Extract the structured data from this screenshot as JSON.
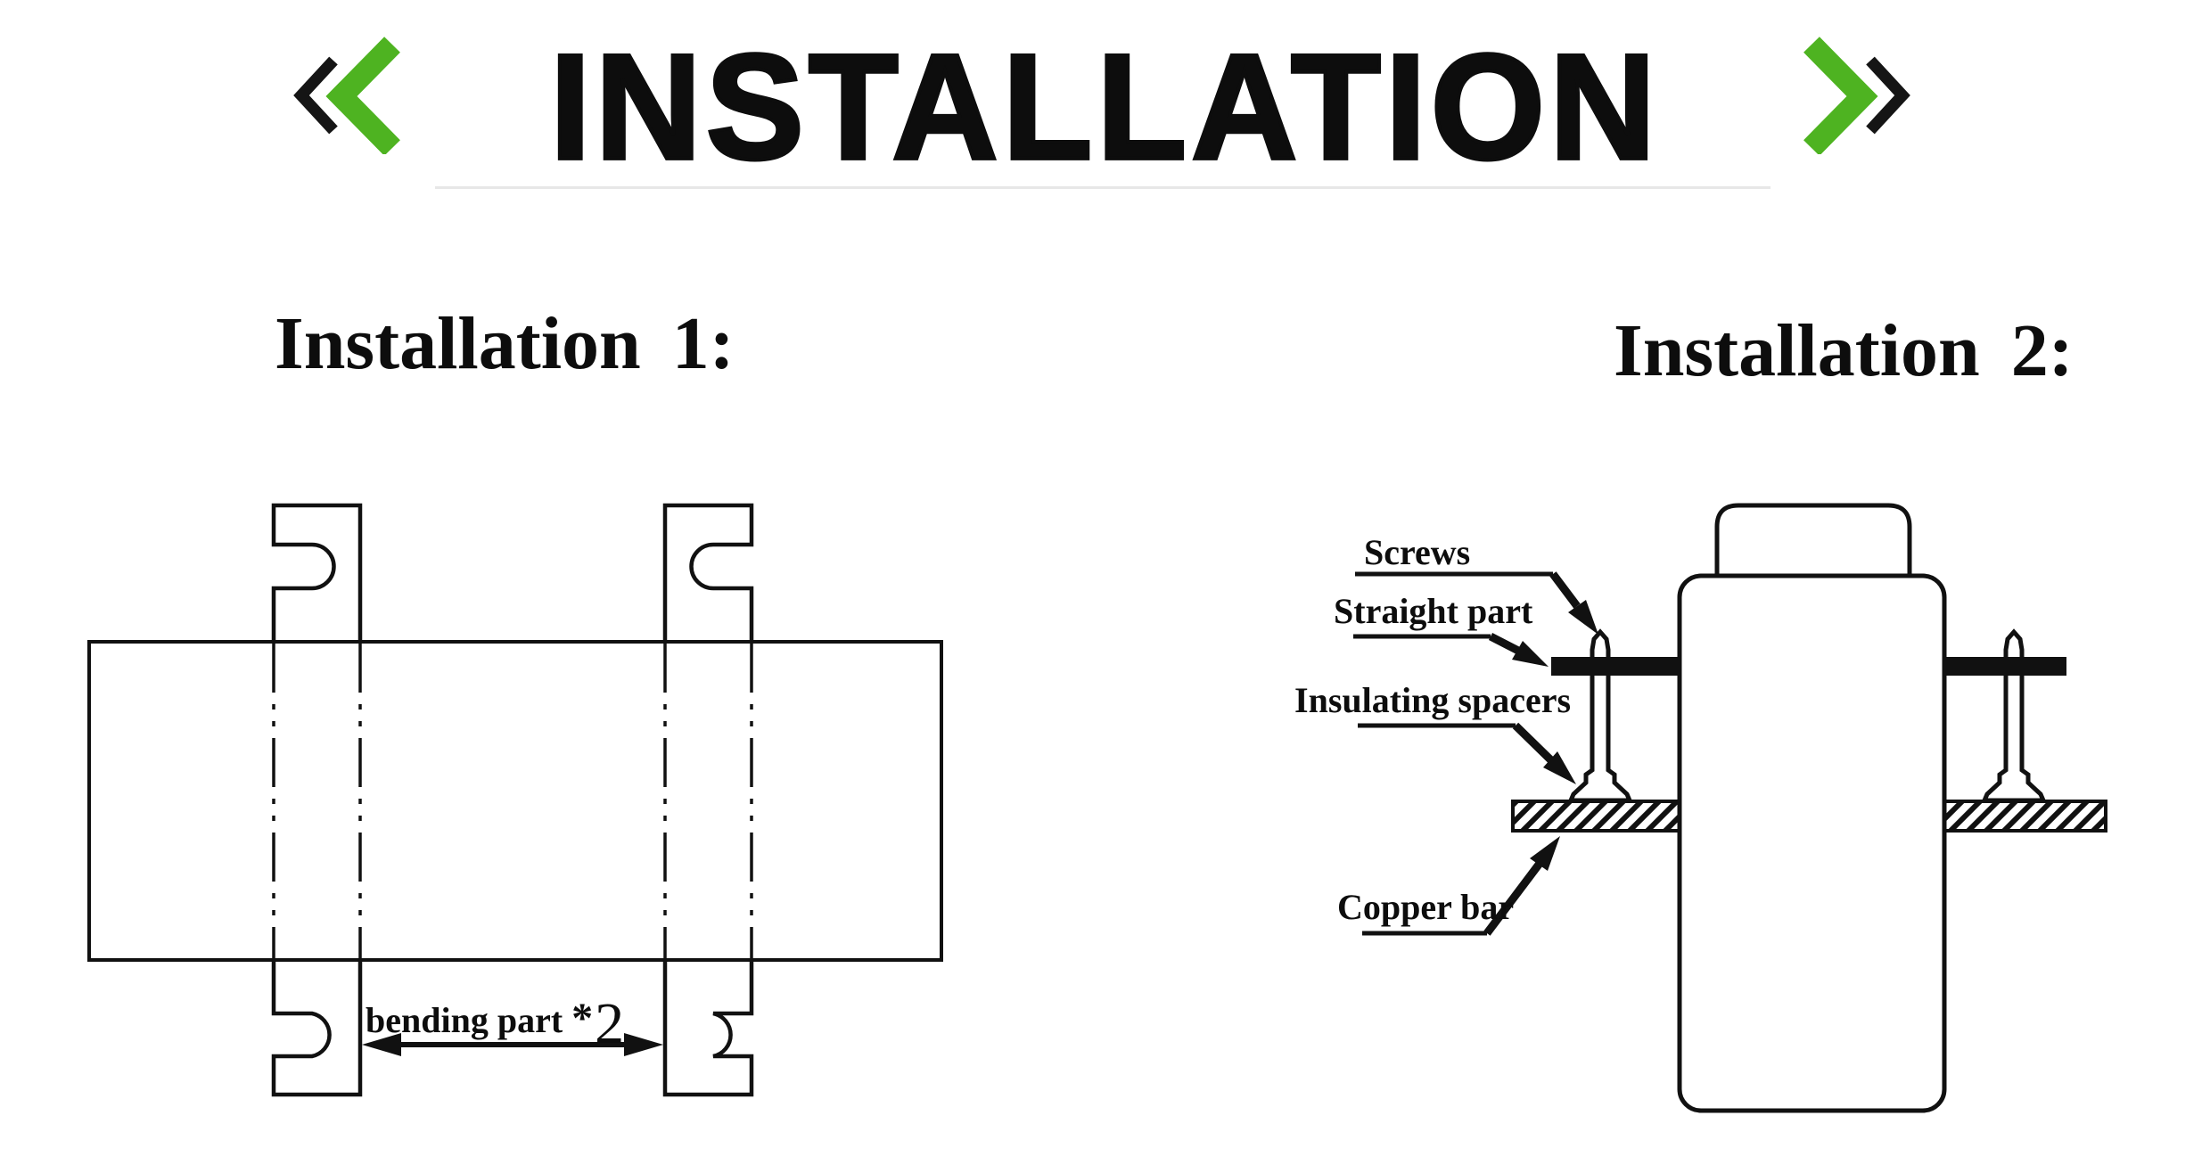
{
  "page": {
    "background": "#ffffff",
    "ink": "#0d0d0d",
    "accent_green": "#4eb321"
  },
  "header": {
    "title": "INSTALLATION",
    "left_decoration_icon": "double-chevron-left",
    "right_decoration_icon": "double-chevron-right"
  },
  "installation1": {
    "heading": "Installation 1:",
    "dimension": {
      "label": "bending part",
      "star": "*",
      "count": "2"
    }
  },
  "installation2": {
    "heading": "Installation 2:",
    "labels": {
      "screws": "Screws",
      "straight_part": "Straight part",
      "insulating_spacers": "Insulating spacers",
      "copper_bar": "Copper bar"
    }
  }
}
